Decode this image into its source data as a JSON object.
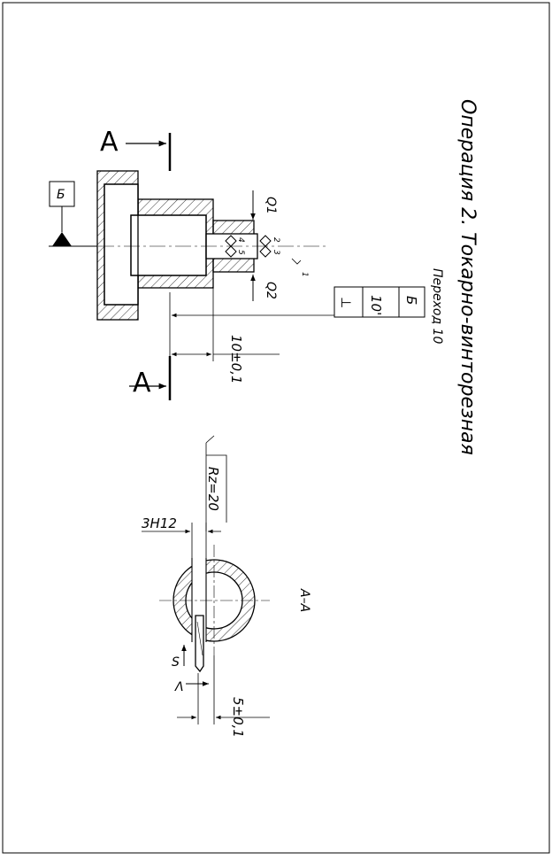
{
  "drawing": {
    "operation_title": "Операция 2. Токарно-винторезная",
    "step_label": "Переход 10",
    "section_letter_top": "A",
    "section_letter_bottom": "A",
    "section_view_label": "A–A",
    "datum_letter": "Б",
    "tolerance_frame": {
      "symbol": "⊥",
      "value": "10'",
      "datum": "Б"
    },
    "dimensions": {
      "length": "10±0,1",
      "offset": "5±0,1",
      "width_fit": "3H12",
      "roughness": "Rz=20",
      "force_q1": "Q1",
      "force_q2": "Q2"
    },
    "surface_numbers": [
      "1",
      "2",
      "3",
      "4",
      "5"
    ],
    "motion_labels": {
      "feed": "S",
      "plunge": "Λ"
    }
  }
}
